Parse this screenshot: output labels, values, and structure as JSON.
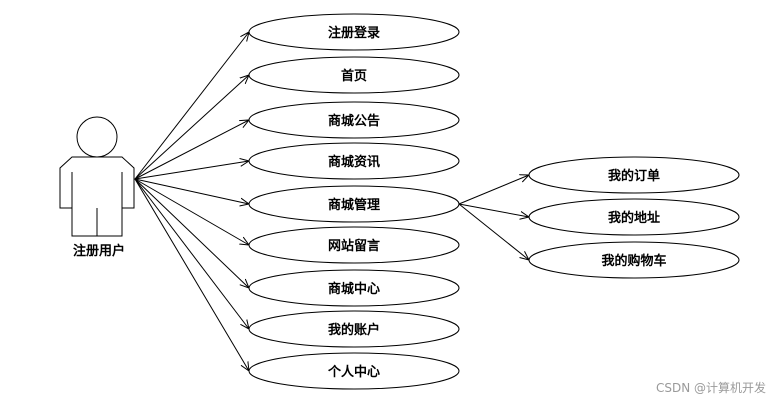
{
  "actor": {
    "label": "注册用户"
  },
  "use_cases": [
    "注册登录",
    "首页",
    "商城公告",
    "商城资讯",
    "商城管理",
    "网站留言",
    "商城中心",
    "我的账户",
    "个人中心"
  ],
  "sub_use_cases": {
    "parent": "商城管理",
    "items": [
      "我的订单",
      "我的地址",
      "我的购物车"
    ]
  },
  "watermark": "CSDN @计算机开发"
}
